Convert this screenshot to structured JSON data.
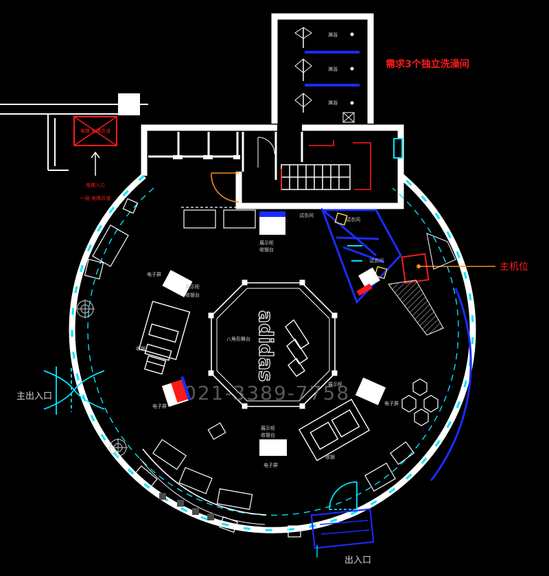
{
  "annotations": {
    "requirement_note": "需求3个独立洗澡间",
    "host_position": "主机位",
    "main_entrance": "主出入口",
    "exit_entrance": "出入口"
  },
  "labels": {
    "elevator": "电梯 电梯井道",
    "elevator_entrance": "电梯入口",
    "elevator_note": "一层 电梯井道",
    "shower": "淋浴",
    "brand": "adidas",
    "center_stage": "八角形舞台",
    "cashier": "收银台",
    "watermark_phone": "021-3389-7758",
    "display": "展示柜",
    "mirror": "电子屏"
  },
  "colors": {
    "background": "#000000",
    "wall": "#ffffff",
    "window": "#00e5ff",
    "accent_red": "#ff1a1a",
    "blue": "#1a2cff",
    "orange": "#ff8c1a",
    "cyan_door": "#00e5ff",
    "line": "#bdbdbd"
  }
}
